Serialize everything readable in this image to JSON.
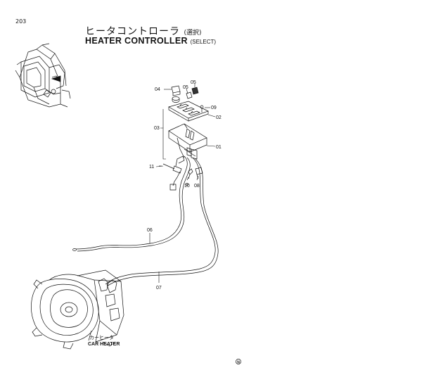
{
  "page_number": "203",
  "title_jp": "ヒータコントローラ",
  "title_jp_sub": "(選択)",
  "title_en": "HEATER CONTROLLER",
  "title_en_sub": "(SELECT)",
  "parts": {
    "p01": "01",
    "p02": "02",
    "p03": "03",
    "p04": "04",
    "p05a": "05",
    "p05b": "05",
    "p06": "06",
    "p07": "07",
    "p08": "08",
    "p09": "09",
    "p10": "10",
    "p11": "11"
  },
  "car_heater_jp": "カーヒータ",
  "car_heater_en": "CAR HEATER",
  "footer_mark": "N"
}
